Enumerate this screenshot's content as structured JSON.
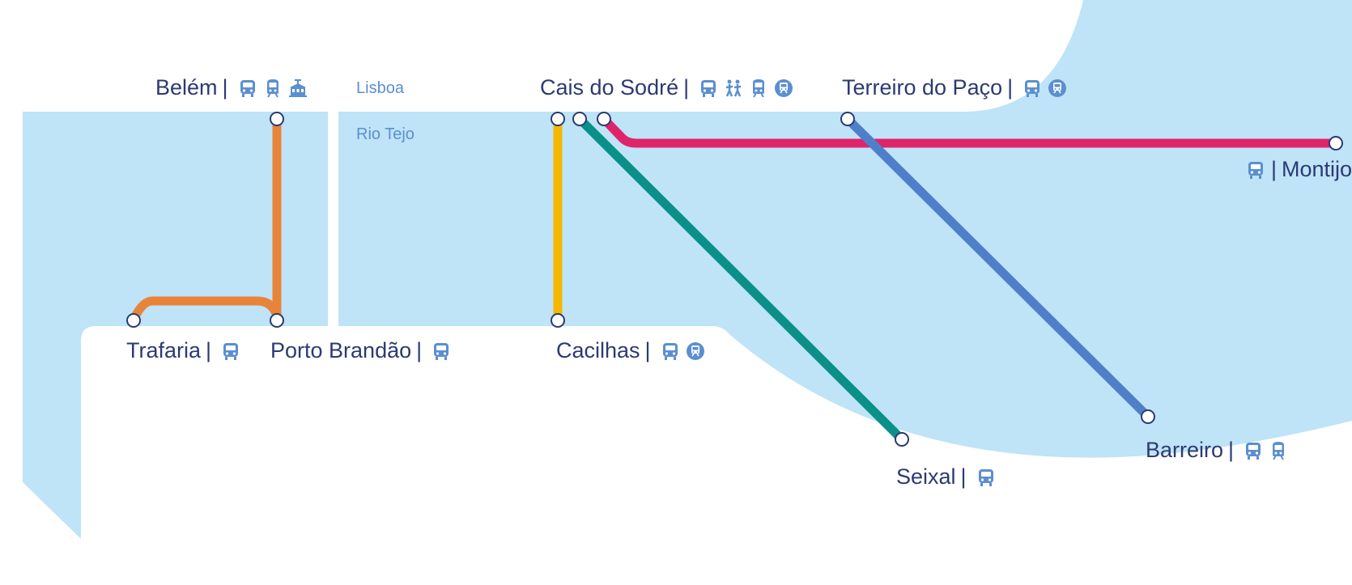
{
  "water_labels": {
    "city": "Lisboa",
    "river": "Rio Tejo"
  },
  "colors": {
    "water": "#bfe3f7",
    "bus": "#5b8fd0",
    "text": "#2c3a72",
    "orange_line": "#e8843a",
    "yellow_line": "#f5b800",
    "teal_line": "#0b9089",
    "magenta_line": "#e0246a",
    "blue_line": "#4f7fc8"
  },
  "stations": {
    "belem": {
      "name": "Belém",
      "sep": "|",
      "icons": [
        "bus-icon",
        "train-icon",
        "tram-icon"
      ]
    },
    "cais_do_sodre": {
      "name": "Cais do Sodré",
      "sep": "|",
      "icons": [
        "bus-icon",
        "walking-icon",
        "train-icon",
        "metro-icon"
      ]
    },
    "terreiro_do_paco": {
      "name": "Terreiro do Paço",
      "sep": "|",
      "icons": [
        "bus-icon",
        "metro-icon"
      ]
    },
    "montijo": {
      "name": "Montijo",
      "sep": "|",
      "icons": [
        "bus-icon"
      ]
    },
    "trafaria": {
      "name": "Trafaria",
      "sep": "|",
      "icons": [
        "bus-icon"
      ]
    },
    "porto_brandao": {
      "name": "Porto Brandão",
      "sep": "|",
      "icons": [
        "bus-icon"
      ]
    },
    "cacilhas": {
      "name": "Cacilhas",
      "sep": "|",
      "icons": [
        "bus-icon",
        "metro-icon"
      ]
    },
    "seixal": {
      "name": "Seixal",
      "sep": "|",
      "icons": [
        "bus-icon"
      ]
    },
    "barreiro": {
      "name": "Barreiro",
      "sep": "|",
      "icons": [
        "bus-icon",
        "train-icon"
      ]
    }
  },
  "routes": [
    {
      "id": "belem-trafaria",
      "color": "#e8843a"
    },
    {
      "id": "cais-cacilhas",
      "color": "#f5b800"
    },
    {
      "id": "cais-seixal",
      "color": "#0b9089"
    },
    {
      "id": "cais-montijo",
      "color": "#e0246a"
    },
    {
      "id": "terreiro-barreiro",
      "color": "#4f7fc8"
    }
  ]
}
